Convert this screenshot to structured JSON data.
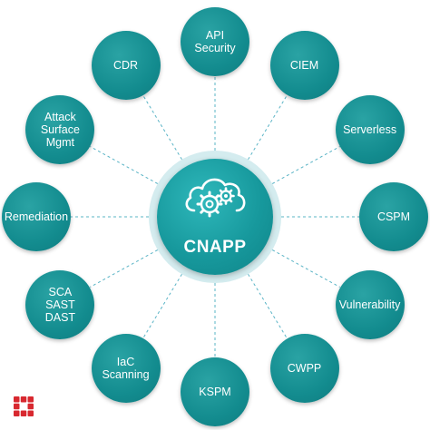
{
  "hub": {
    "title": "CNAPP",
    "icon": "cloud-gears-icon"
  },
  "nodes": [
    {
      "id": "api-security",
      "label": "API\nSecurity"
    },
    {
      "id": "ciem",
      "label": "CIEM"
    },
    {
      "id": "serverless",
      "label": "Serverless"
    },
    {
      "id": "cspm",
      "label": "CSPM"
    },
    {
      "id": "vulnerability",
      "label": "Vulnerability"
    },
    {
      "id": "cwpp",
      "label": "CWPP"
    },
    {
      "id": "kspm",
      "label": "KSPM"
    },
    {
      "id": "iac-scanning",
      "label": "IaC\nScanning"
    },
    {
      "id": "sca-sast-dast",
      "label": "SCA\nSAST\nDAST"
    },
    {
      "id": "remediation",
      "label": "Remediation"
    },
    {
      "id": "attack-surface-mgmt",
      "label": "Attack\nSurface\nMgmt"
    },
    {
      "id": "cdr",
      "label": "CDR"
    }
  ],
  "colors": {
    "node": "#138c8f",
    "hub": "#17999d",
    "hub_ring": "#d4ecef",
    "connector": "#5ab4c6",
    "logo": "#d8282f"
  },
  "logo": {
    "icon": "fortinet-logo-icon"
  }
}
